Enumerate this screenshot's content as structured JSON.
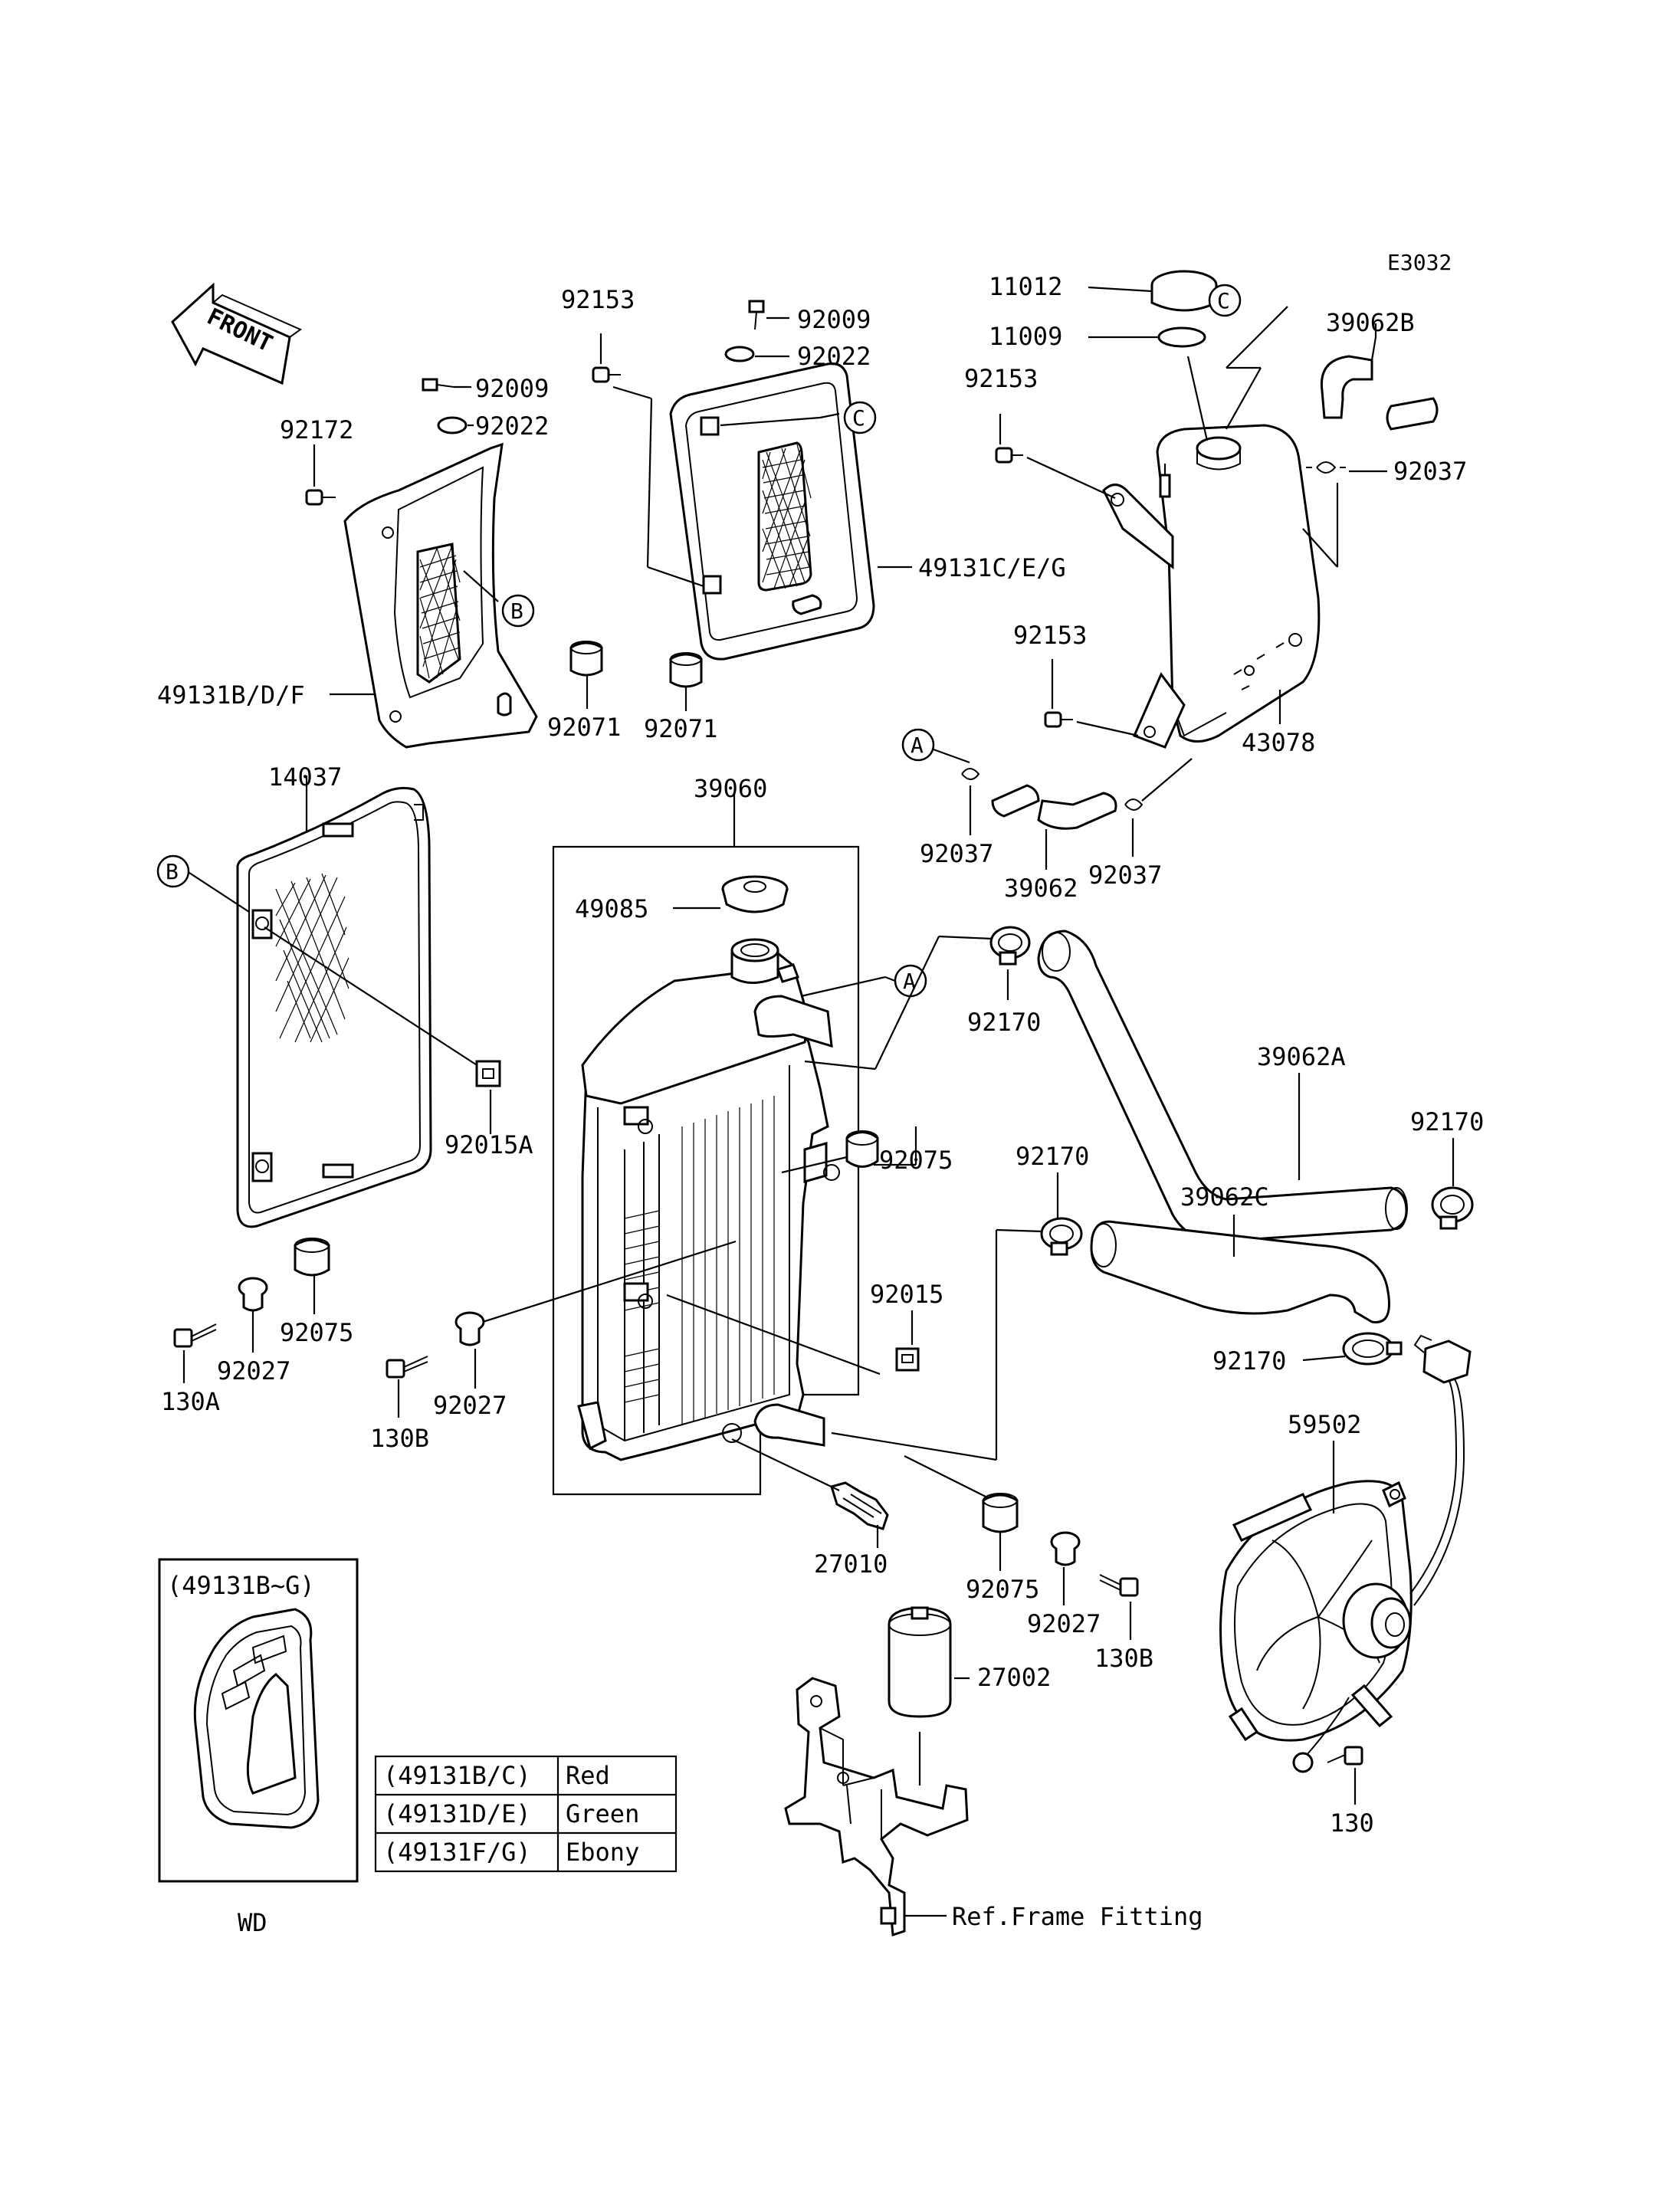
{
  "diagram_code": "E3032",
  "front_label": "FRONT",
  "reference_circles": [
    "A",
    "B",
    "C"
  ],
  "parts": {
    "p11012": "11012",
    "p11009": "11009",
    "p39062B": "39062B",
    "p92037_top": "92037",
    "p92153_tank_top": "92153",
    "p92153_tank_bottom": "92153",
    "p43078": "43078",
    "p92153_shroud": "92153",
    "p92009_right": "92009",
    "p92022_right": "92022",
    "p49131CEG": "49131C/E/G",
    "p92071_left": "92071",
    "p92071_right": "92071",
    "p92009_left": "92009",
    "p92022_left": "92022",
    "p92172": "92172",
    "p49131BDF": "49131B/D/F",
    "p14037": "14037",
    "p92015A": "92015A",
    "p39060": "39060",
    "p49085": "49085",
    "p92037_left": "92037",
    "p39062": "39062",
    "p92037_right": "92037",
    "p92170_top": "92170",
    "p39062A": "39062A",
    "p92170_right": "92170",
    "p92075_mid": "92075",
    "p92170_mid": "92170",
    "p39062C": "39062C",
    "p92015": "92015",
    "p92170_low": "92170",
    "p92075_left": "92075",
    "p92027_left": "92027",
    "p130A": "130A",
    "p92027_mid": "92027",
    "p130B_left": "130B",
    "p59502": "59502",
    "p27010": "27010",
    "p92075_low": "92075",
    "p92027_low": "92027",
    "p130B_right": "130B",
    "p27002": "27002",
    "p130": "130",
    "ref_frame": "Ref.Frame Fitting"
  },
  "decal_box": {
    "title": "(49131B~G)",
    "caption": "WD"
  },
  "color_table": [
    {
      "part": "(49131B/C)",
      "color": "Red"
    },
    {
      "part": "(49131D/E)",
      "color": "Green"
    },
    {
      "part": "(49131F/G)",
      "color": "Ebony"
    }
  ]
}
